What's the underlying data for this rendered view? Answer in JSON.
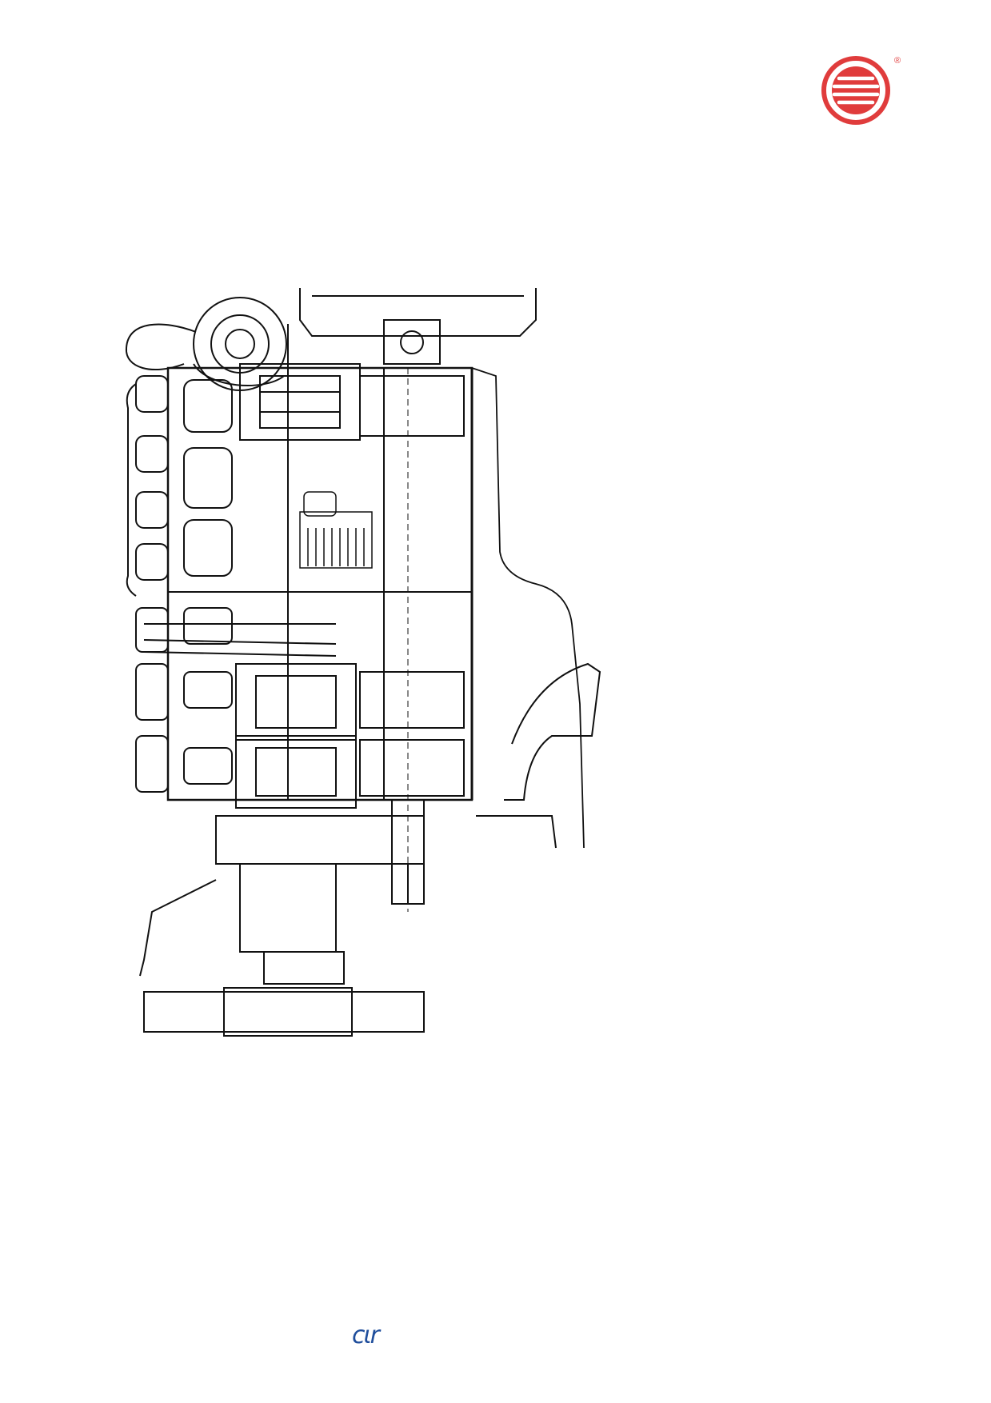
{
  "brand": {
    "logo_icon": "manufacturer-round-logo",
    "logo_color": "#e03c3c",
    "registered_mark": "®"
  },
  "drawing": {
    "icon": "engine-cross-section-technical-drawing"
  },
  "footer": {
    "mark": "cιr",
    "mark_color": "#1f4e9c"
  }
}
